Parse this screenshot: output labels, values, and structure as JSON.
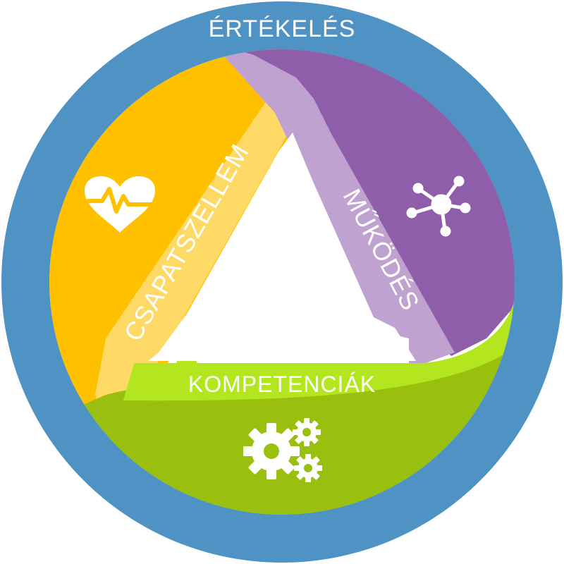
{
  "diagram": {
    "outer_label": "ÉRTÉKELÉS",
    "segments": [
      {
        "label": "CSAPATSZELLEM",
        "icon": "heart-pulse-icon",
        "color": "#ffc000",
        "band_color": "#ffd966"
      },
      {
        "label": "MŰKÖDÉS",
        "icon": "network-icon",
        "color": "#8e5eaa",
        "band_color": "#c0a2d0"
      },
      {
        "label": "KOMPETENCIÁK",
        "icon": "gears-icon",
        "color": "#99c00f",
        "band_color": "#b4e61f"
      }
    ],
    "colors": {
      "ring": "#4f93c5",
      "center": "#ffffff",
      "icon": "#ffffff"
    }
  }
}
